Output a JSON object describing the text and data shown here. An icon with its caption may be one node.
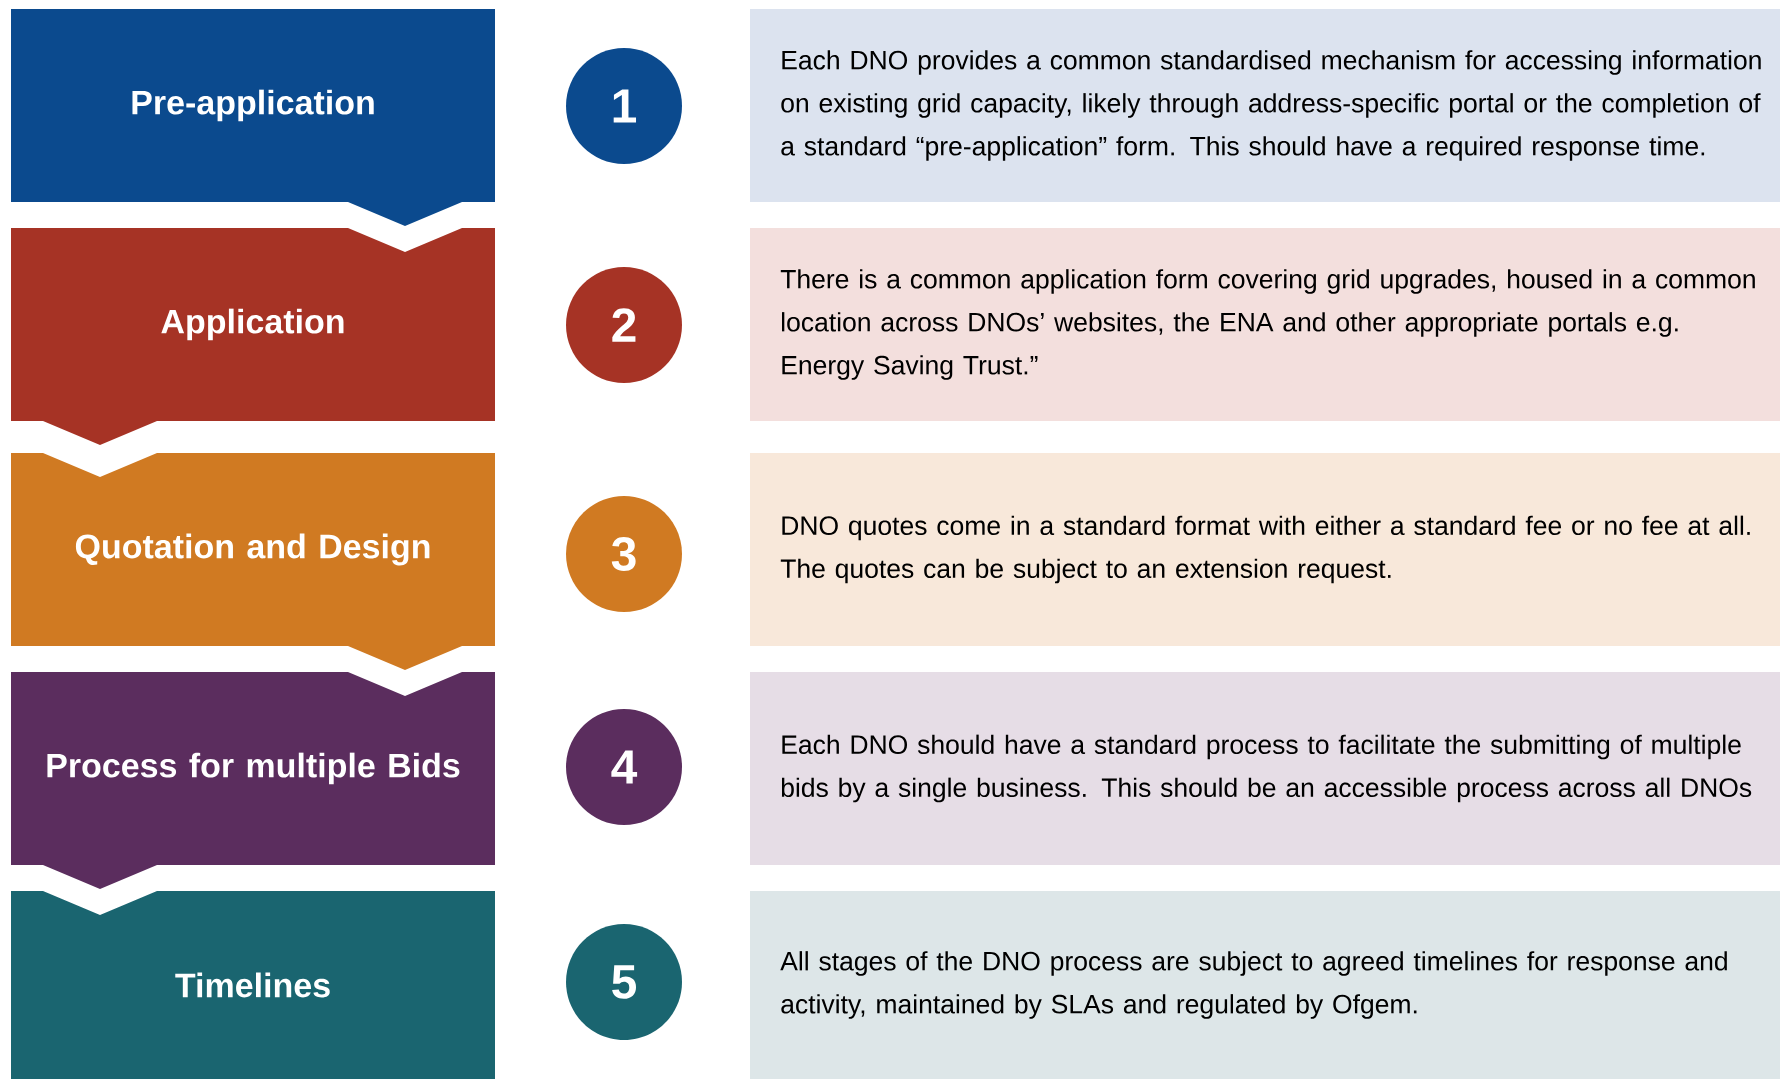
{
  "diagram": {
    "nodes": [
      {
        "text": [
          "Pre-application"
        ]
      },
      {
        "text": [
          "1"
        ]
      },
      {
        "text": [
          "Each DNO provides a common standardised mechanism for accessing information on existing grid capacity, likely through address-specific portal or the completion of a standard “pre-application” form. This should have a required response time."
        ]
      },
      {
        "text": [
          "Application"
        ]
      },
      {
        "text": [
          "2"
        ]
      },
      {
        "text": [
          "There is a common application form covering grid upgrades, housed in a common location across DNOs’ websites, the ENA and other appropriate portals e.g. Energy Saving Trust.”"
        ]
      },
      {
        "text": [
          "Quotation and Design"
        ]
      },
      {
        "text": [
          "3"
        ]
      },
      {
        "text": [
          "DNO quotes come in a standard format with either a standard fee or no fee at all. The quotes can be subject to an extension request."
        ]
      },
      {
        "text": [
          "Process for multiple Bids"
        ]
      },
      {
        "text": [
          "4"
        ]
      },
      {
        "text": [
          "Each DNO should have a standard process to facilitate the submitting of multiple bids by a single business. This should be an accessible process across all DNOs"
        ]
      },
      {
        "text": [
          "Timelines"
        ]
      },
      {
        "text": [
          "5"
        ]
      },
      {
        "text": [
          "All stages of the DNO process are subject to agreed timelines for response and activity, maintained by SLAs and regulated by Ofgem."
        ]
      }
    ]
  }
}
